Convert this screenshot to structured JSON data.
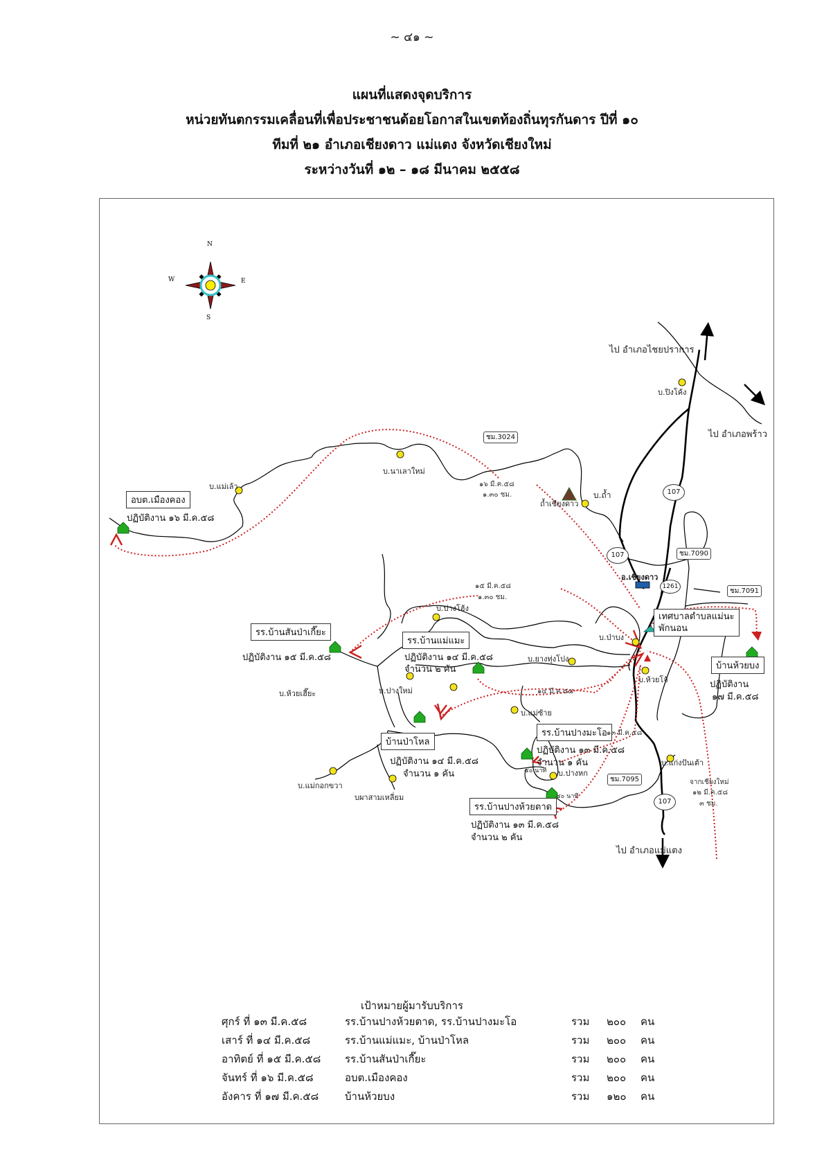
{
  "page_number": "~ ๔๑ ~",
  "header": {
    "line1": "แผนที่แสดงจุดบริการ",
    "line2": "หน่วยทันตกรรมเคลื่อนที่เพื่อประชาชนด้อยโอกาสในเขตท้องถิ่นทุรกันดาร  ปีที่ ๑๐",
    "line3": "ทีมที่ ๒๑   อำเภอเชียงดาว แม่แตง   จังหวัดเชียงใหม่",
    "line4": "ระหว่างวันที่ ๑๒ – ๑๘ มีนาคม ๒๕๕๘"
  },
  "compass": {
    "n": "N",
    "s": "S",
    "e": "E",
    "w": "W"
  },
  "colors": {
    "route": "#cc1f1f",
    "road": "#000000",
    "school": "#22aa22",
    "village": "#f2e21a"
  },
  "map": {
    "directions": {
      "chai_prakan": "ไป อำเภอไชยปราการ",
      "phrao": "ไป อำเภอพร้าว",
      "mae_taeng": "ไป อำเภอแม่แตง"
    },
    "villages": {
      "pin_kong": "บ.ปิงโค้ง",
      "mae_lao": "บ.แม่เล้า",
      "na_lao_mai": "บ.นาเลาใหม่",
      "tham": "บ.ถ้ำ",
      "tham_chiang_dao": "ถ้ำเชียงดาว",
      "district": "อ.เชียงดาว",
      "pang_hong": "บ.ปางโฮ้ง",
      "pa_bong": "บ.ป่าบง",
      "yang_thung_pong": "บ.ยางทุ่งโปง",
      "huai_jo": "บ.ห้วยโจ้",
      "huai_sia": "บ.ห้วยเฮี๊ยะ",
      "pang_mai": "บ.ปางใหม่",
      "mae_sai": "บ.แม่ซ้าย",
      "mae_kok_khwa": "บ.แม่กอกขวา",
      "pha_sam_liam": "บผาสามเหลี่ยม",
      "pang_hok": "บ.ปางหก",
      "kaeng_pan_tao": "บ.แก่งปันเต้า"
    },
    "roads": {
      "r3024": "ชม.3024",
      "r107a": "107",
      "r107b": "107",
      "r107c": "107",
      "r7090": "ชม.7090",
      "r1261": "1261",
      "r7091": "ชม.7091",
      "r7095": "ชม.7095"
    },
    "sites": {
      "mueang_khong": {
        "name": "อบต.เมืองคอง",
        "note": "ปฏิบัติงาน ๑๖ มี.ค.๕๘"
      },
      "san_pa_kia": {
        "name": "รร.บ้านสันป่าเกี๊ยะ",
        "note": "ปฏิบัติงาน ๑๕ มี.ค.๕๘"
      },
      "mae_mae": {
        "name": "รร.บ้านแม่แมะ",
        "note": "ปฏิบัติงาน ๑๔ มี.ค.๕๘",
        "vehicles": "จำนวน ๒ คัน"
      },
      "pa_lo": {
        "name": "บ้านป่าโหล",
        "note": "ปฏิบัติงาน ๑๔ มี.ค.๕๘",
        "vehicles": "จำนวน ๑ คัน"
      },
      "pang_ma_o": {
        "name": "รร.บ้านปางมะโอ",
        "note": "ปฏิบัติงาน ๑๓ มี.ค.๕๘",
        "vehicles": "จำนวน ๑ คัน"
      },
      "pang_huai_tat": {
        "name": "รร.บ้านปางห้วยตาด",
        "note": "ปฏิบัติงาน ๑๓ มี.ค.๕๘",
        "vehicles": "จำนวน ๒ คัน"
      },
      "huai_bong": {
        "name": "บ้านห้วยบง",
        "note1": "ปฏิบัติงาน",
        "note2": "๑๗ มี.ค.๕๘"
      },
      "base": {
        "line1": "เทศบาลตำบลแม่นะ",
        "line2": "พักนอน"
      }
    },
    "trips": {
      "t16": {
        "date": "๑๖ มี.ค.๕๘",
        "time": "๑.๓๐ ชม."
      },
      "t15": {
        "date": "๑๕ มี.ค.๕๘",
        "time": "๑.๓๐ ชม."
      },
      "t14": {
        "date": "๑๔ มี.ค.๕๘"
      },
      "t13": {
        "date": "๑๓ มี.ค.๕๘"
      },
      "t12": {
        "line1": "จากเชียงใหม่",
        "date": "๑๒ มี.ค.๕๘",
        "time": "๓ ชม."
      },
      "m50a": "๕๐ นาที",
      "m40": "๔๐ นาที"
    }
  },
  "legend": {
    "title": "เป้าหมายผู้มารับบริการ",
    "rows": [
      {
        "day": "ศุกร์ ที่ ๑๓ มี.ค.๕๘",
        "place": "รร.บ้านปางห้วยตาด, รร.บ้านปางมะโอ",
        "sum": "รวม",
        "count": "๒๐๐",
        "unit": "คน"
      },
      {
        "day": "เสาร์ ที่ ๑๔ มี.ค.๕๘",
        "place": "รร.บ้านแม่แมะ,   บ้านป่าโหล",
        "sum": "รวม",
        "count": "๒๐๐",
        "unit": "คน"
      },
      {
        "day": "อาทิตย์ ที่ ๑๕ มี.ค.๕๘",
        "place": "รร.บ้านสันป่าเกี๊ยะ",
        "sum": "รวม",
        "count": "๒๐๐",
        "unit": "คน"
      },
      {
        "day": "จันทร์ ที่ ๑๖ มี.ค.๕๘",
        "place": "อบต.เมืองคอง",
        "sum": "รวม",
        "count": "๒๐๐",
        "unit": "คน"
      },
      {
        "day": "อังคาร ที่ ๑๗ มี.ค.๕๘",
        "place": "บ้านห้วยบง",
        "sum": "รวม",
        "count": "๑๒๐",
        "unit": "คน"
      }
    ]
  }
}
